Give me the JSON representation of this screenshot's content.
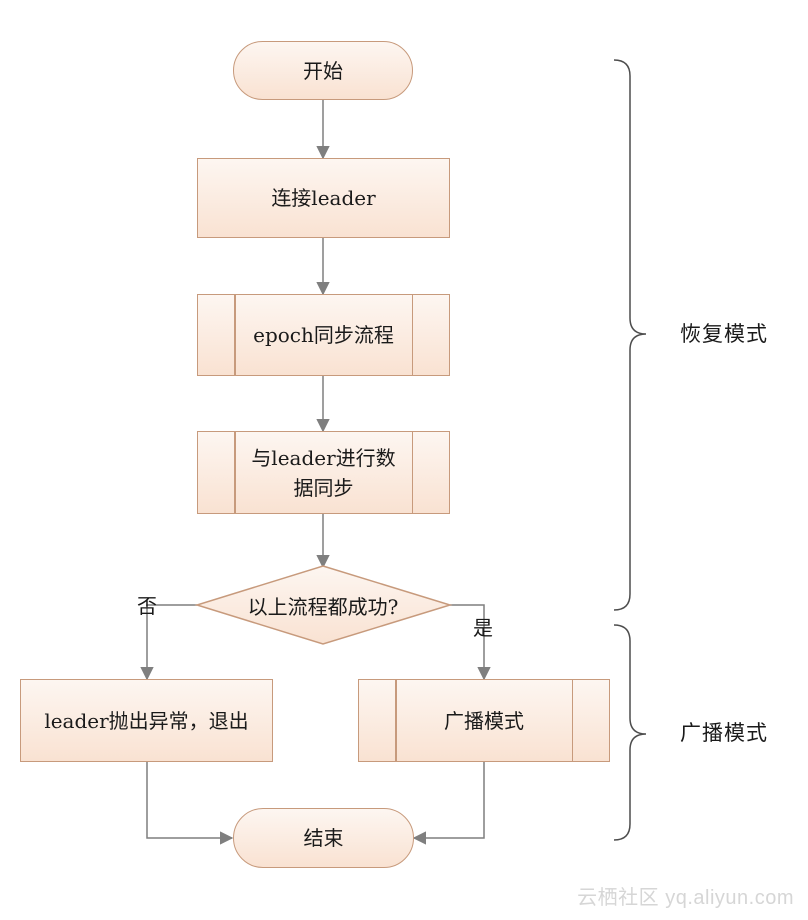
{
  "nodes": {
    "start": "开始",
    "connect_leader": "连接leader",
    "epoch_sync": "epoch同步流程",
    "data_sync": "与leader进行数\n据同步",
    "decision": "以上流程都成功?",
    "throw_exception": "leader抛出异常，退出",
    "broadcast_mode": "广播模式",
    "end": "结束"
  },
  "edge_labels": {
    "no": "否",
    "yes": "是"
  },
  "braces": {
    "recovery_mode": "恢复模式",
    "broadcast_mode": "广播模式"
  },
  "colors": {
    "node_fill_top": "#fdf6f1",
    "node_fill_bottom": "#f9e2d2",
    "node_border": "#c79a7c",
    "arrow": "#7f7f7f",
    "brace": "#4d4d4d"
  },
  "watermark": "云栖社区 yq.aliyun.com"
}
